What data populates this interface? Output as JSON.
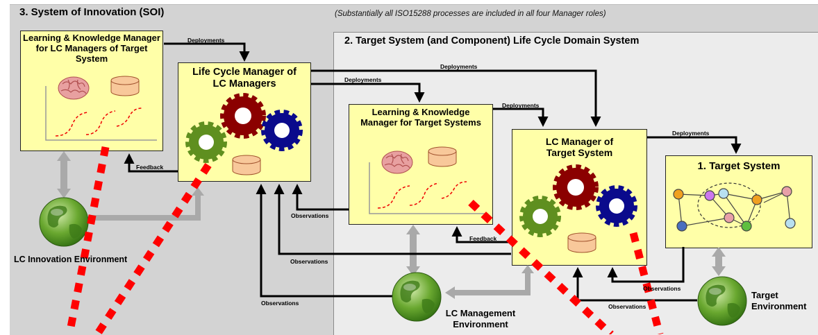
{
  "soi": {
    "title": "3.  System of Innovation (SOI)"
  },
  "note": "(Substantially all ISO15288 processes are included in all four Manager roles)",
  "domain": {
    "title": "2.  Target System (and Component)  Life Cycle Domain System"
  },
  "boxes": {
    "lk_lcm": "Learning & Knowledge Manager for LC Managers of Target System",
    "lcm_lcm": "Life Cycle Manager of LC Managers",
    "lk_target": "Learning & Knowledge Manager for Target Systems",
    "lcm_target": "LC Manager of Target System",
    "target": "1. Target System"
  },
  "environments": {
    "innovation": "LC Innovation Environment",
    "management": "LC Management Environment",
    "target": "Target Environment"
  },
  "arrow_labels": {
    "deployments": "Deployments",
    "feedback": "Feedback",
    "observations": "Observations"
  },
  "colors": {
    "box_fill": "#ffffa8",
    "gear_red": "#8b0000",
    "gear_green": "#5f8f1f",
    "gear_blue": "#0a0a8c",
    "dashed_red": "#ff0000",
    "database": "#f8c89a"
  },
  "icons": [
    "brain-icon",
    "database-icon",
    "gears-icon",
    "network-icon",
    "globe-icon",
    "s-curve-chart-icon"
  ]
}
